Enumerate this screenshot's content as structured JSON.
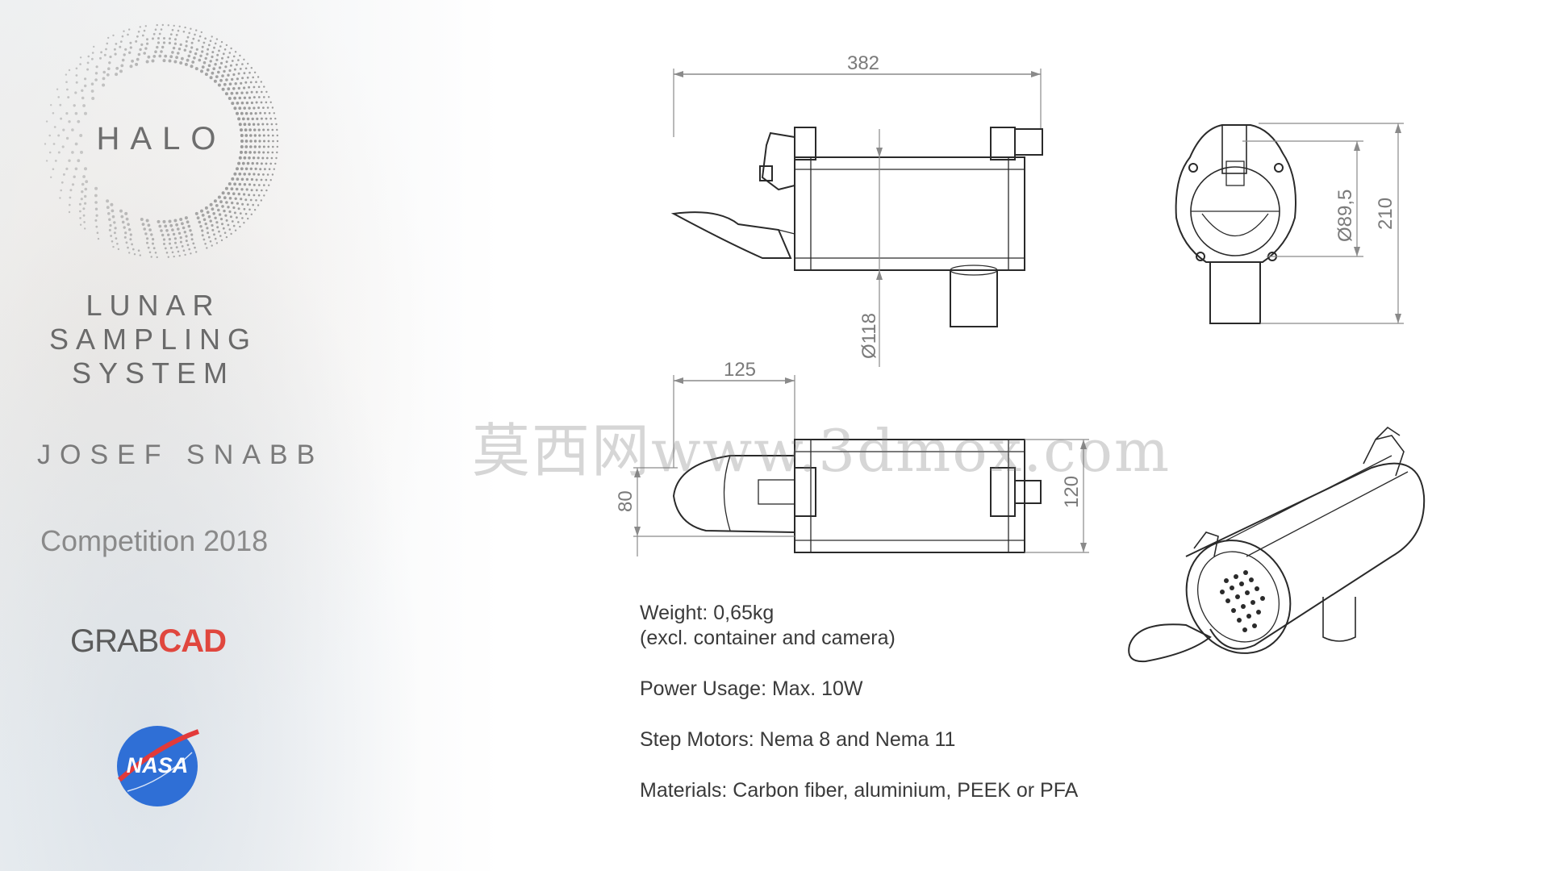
{
  "branding": {
    "title": "HALO",
    "subtitle_lines": [
      "LUNAR",
      "SAMPLING",
      "SYSTEM"
    ],
    "author": "JOSEF SNABB",
    "competition": "Competition 2018",
    "sponsor_grab": "GRAB",
    "sponsor_cad": "CAD",
    "nasa_label": "NASA",
    "colors": {
      "grabcad_red": "#e0473e",
      "nasa_blue": "#2f6fd6"
    }
  },
  "dimensions": {
    "top_length": "382",
    "top_diameter": "Ø118",
    "end_diameter": "Ø89,5",
    "end_height": "210",
    "bottom_length": "125",
    "bottom_left_height": "80",
    "bottom_right_height": "120"
  },
  "specs": {
    "weight": "Weight: 0,65kg",
    "weight_note": "(excl. container and camera)",
    "power": "Power Usage:  Max. 10W",
    "motors": "Step Motors: Nema 8 and Nema 11",
    "materials": "Materials: Carbon fiber, aluminium, PEEK or PFA"
  },
  "watermark": "莫西网www.3dmox.com"
}
